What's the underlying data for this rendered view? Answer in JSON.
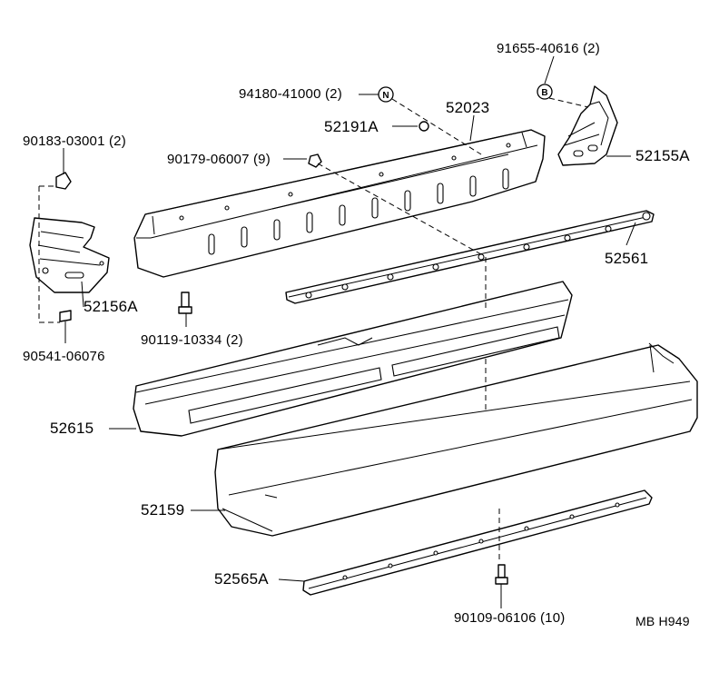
{
  "labels": {
    "p91655": "91655-40616 (2)",
    "p94180": "94180-41000 (2)",
    "p52023": "52023",
    "p52191A": "52191A",
    "p90183": "90183-03001 (2)",
    "p90179": "90179-06007 (9)",
    "p52155A": "52155A",
    "p52561": "52561",
    "p52156A": "52156A",
    "p90119": "90119-10334 (2)",
    "p90541": "90541-06076",
    "p52615": "52615",
    "p52159": "52159",
    "p52565A": "52565A",
    "p90109": "90109-06106 (10)",
    "code": "MB  H949"
  },
  "badges": {
    "n": "N",
    "b": "B"
  }
}
